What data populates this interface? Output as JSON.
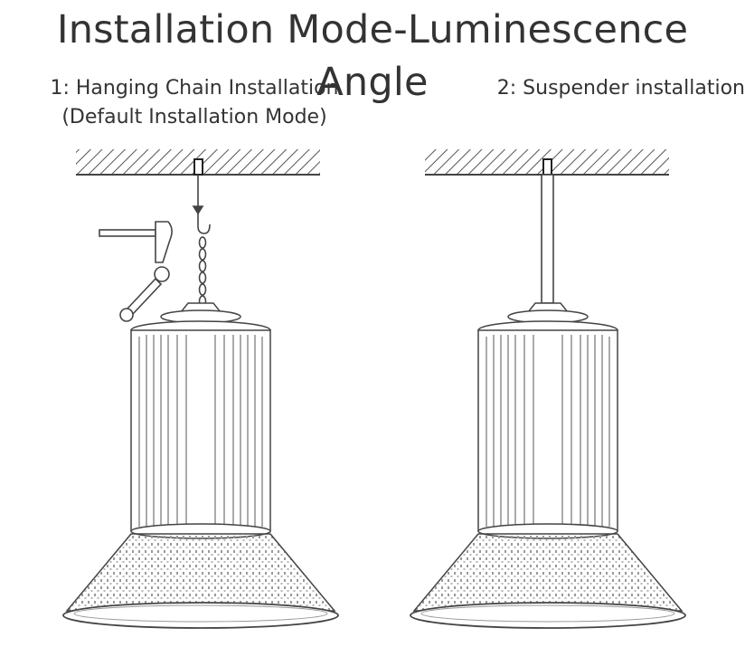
{
  "title": "Installation Mode-Luminescence Angle",
  "modes": [
    {
      "line1": "1: Hanging Chain Installation",
      "line2": "(Default Installation Mode)"
    },
    {
      "line1": "2: Suspender installation",
      "line2": ""
    }
  ],
  "icons": [
    "hammer-icon",
    "wrench-icon"
  ],
  "colors": {
    "text": "#333333",
    "stroke": "#444444",
    "background": "#ffffff"
  }
}
